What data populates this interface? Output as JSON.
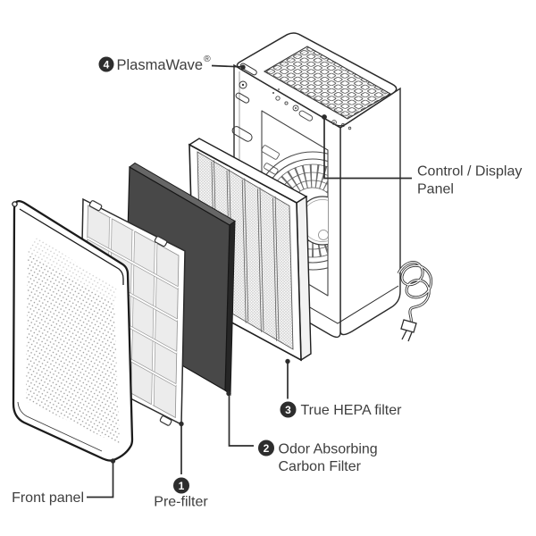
{
  "diagram": {
    "callouts": {
      "plasmawave": {
        "number": "4",
        "label": "PlasmaWave",
        "registered": "®"
      },
      "control_display_panel": {
        "label_line1": "Control / Display",
        "label_line2": "Panel"
      },
      "true_hepa_filter": {
        "number": "3",
        "label": "True HEPA filter"
      },
      "odor_carbon_filter": {
        "number": "2",
        "label_line1": "Odor Absorbing",
        "label_line2": "Carbon Filter"
      },
      "pre_filter": {
        "number": "1",
        "label": "Pre-filter"
      },
      "front_panel": {
        "label": "Front panel"
      }
    },
    "colors": {
      "background": "#ffffff",
      "label_text": "#3e3e3e",
      "leader_line": "#2c2c2c",
      "badge_fill": "#2d2d2d",
      "badge_number": "#ffffff",
      "outline": "#2a2a2a",
      "carbon_filter_face": "#484848",
      "carbon_filter_side": "#262626",
      "prefilter_cell": "#ececec"
    }
  }
}
